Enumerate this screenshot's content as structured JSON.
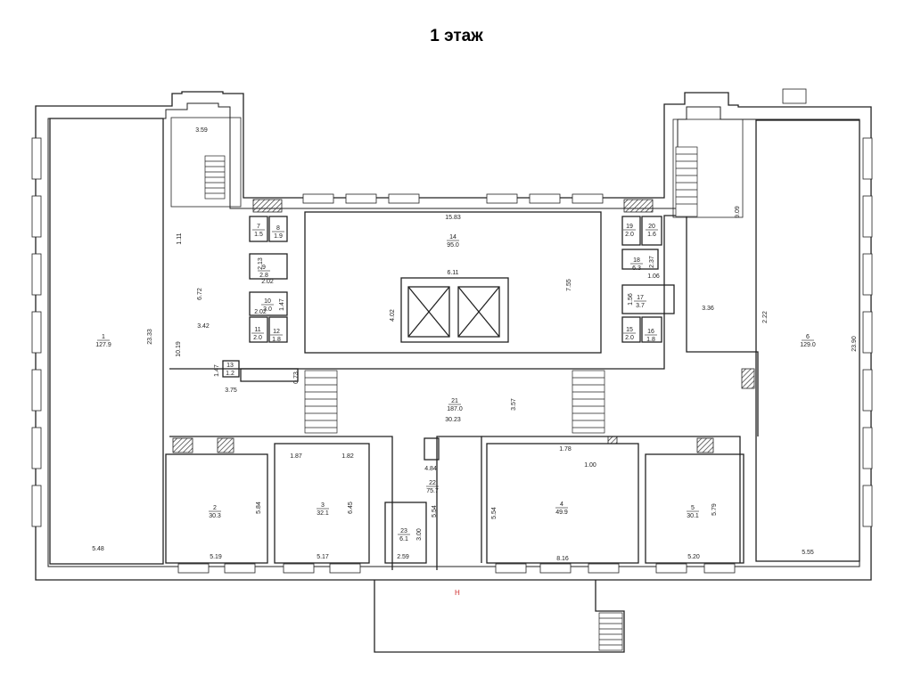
{
  "floor_title": "1 этаж",
  "entrance_marker": "Н",
  "rooms": [
    {
      "id": "1",
      "no": "1",
      "area": "127.9"
    },
    {
      "id": "2",
      "no": "2",
      "area": "30.3"
    },
    {
      "id": "3",
      "no": "3",
      "area": "32.1"
    },
    {
      "id": "4",
      "no": "4",
      "area": "49.9"
    },
    {
      "id": "5",
      "no": "5",
      "area": "30.1"
    },
    {
      "id": "6",
      "no": "6",
      "area": "129.0"
    },
    {
      "id": "7",
      "no": "7",
      "area": "1.5"
    },
    {
      "id": "8",
      "no": "8",
      "area": "1.9"
    },
    {
      "id": "9",
      "no": "9",
      "area": "2.8"
    },
    {
      "id": "10",
      "no": "10",
      "area": "3.0"
    },
    {
      "id": "11",
      "no": "11",
      "area": "2.0"
    },
    {
      "id": "12",
      "no": "12",
      "area": "1.8"
    },
    {
      "id": "13",
      "no": "13",
      "area": "1.2"
    },
    {
      "id": "14",
      "no": "14",
      "area": "95.0"
    },
    {
      "id": "15",
      "no": "15",
      "area": "2.0"
    },
    {
      "id": "16",
      "no": "16",
      "area": "1.8"
    },
    {
      "id": "17",
      "no": "17",
      "area": "3.7"
    },
    {
      "id": "18",
      "no": "18",
      "area": "6.3"
    },
    {
      "id": "19",
      "no": "19",
      "area": "2.0"
    },
    {
      "id": "20",
      "no": "20",
      "area": "1.6"
    },
    {
      "id": "21",
      "no": "21",
      "area": "187.0"
    },
    {
      "id": "22",
      "no": "22",
      "area": "75.7"
    },
    {
      "id": "23",
      "no": "23",
      "area": "6.1"
    }
  ],
  "dimensions": [
    {
      "id": "d1",
      "text": "3.59"
    },
    {
      "id": "d2",
      "text": "1.11"
    },
    {
      "id": "d3",
      "text": "23.33"
    },
    {
      "id": "d4",
      "text": "10.19"
    },
    {
      "id": "d5",
      "text": "6.72"
    },
    {
      "id": "d6",
      "text": "3.42"
    },
    {
      "id": "d7",
      "text": "2.02"
    },
    {
      "id": "d8",
      "text": "2.02"
    },
    {
      "id": "d9",
      "text": "1.47"
    },
    {
      "id": "d10",
      "text": "1.47"
    },
    {
      "id": "d11",
      "text": "3.75"
    },
    {
      "id": "d12",
      "text": "0.73"
    },
    {
      "id": "d13",
      "text": "2.13"
    },
    {
      "id": "d14",
      "text": "15.83"
    },
    {
      "id": "d15",
      "text": "6.11"
    },
    {
      "id": "d16",
      "text": "4.02"
    },
    {
      "id": "d17",
      "text": "7.55"
    },
    {
      "id": "d18",
      "text": "3.57"
    },
    {
      "id": "d19",
      "text": "30.23"
    },
    {
      "id": "d20",
      "text": "5.48"
    },
    {
      "id": "d21",
      "text": "5.19"
    },
    {
      "id": "d22",
      "text": "5.84"
    },
    {
      "id": "d23",
      "text": "1.87"
    },
    {
      "id": "d24",
      "text": "1.82"
    },
    {
      "id": "d25",
      "text": "6.45"
    },
    {
      "id": "d26",
      "text": "5.17"
    },
    {
      "id": "d27",
      "text": "4.84"
    },
    {
      "id": "d28",
      "text": "5.54"
    },
    {
      "id": "d29",
      "text": "3.00"
    },
    {
      "id": "d30",
      "text": "2.59"
    },
    {
      "id": "d31",
      "text": "5.54"
    },
    {
      "id": "d32",
      "text": "1.78"
    },
    {
      "id": "d33",
      "text": "1.00"
    },
    {
      "id": "d34",
      "text": "8.16"
    },
    {
      "id": "d35",
      "text": "5.79"
    },
    {
      "id": "d36",
      "text": "5.20"
    },
    {
      "id": "d37",
      "text": "5.55"
    },
    {
      "id": "d38",
      "text": "9.09"
    },
    {
      "id": "d39",
      "text": "23.90"
    },
    {
      "id": "d40",
      "text": "2.22"
    },
    {
      "id": "d41",
      "text": "3.36"
    },
    {
      "id": "d42",
      "text": "2.37"
    },
    {
      "id": "d43",
      "text": "1.06"
    },
    {
      "id": "d44",
      "text": "1.56"
    }
  ]
}
